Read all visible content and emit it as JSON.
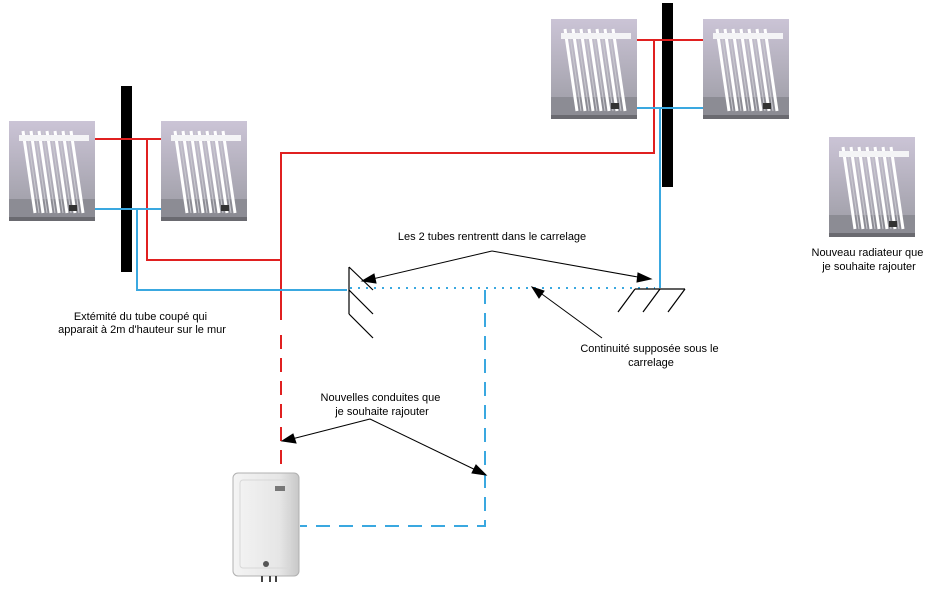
{
  "labels": {
    "cut_tube": [
      "Extémité du tube coupé qui",
      "apparait à 2m d'hauteur sur le mur"
    ],
    "tubes_enter": "Les 2 tubes rentrentt dans le carrelage",
    "continuity": [
      "Continuité supposée sous le",
      "carrelage"
    ],
    "new_pipes": [
      "Nouvelles conduites que",
      "je souhaite rajouter"
    ],
    "new_radiator": [
      "Nouveau radiateur que",
      "je souhaite rajouter"
    ]
  },
  "colors": {
    "hot_pipe": "#e02020",
    "cold_pipe": "#3aa8e0",
    "wall": "#000000",
    "photo_wall": "#b9b2c4",
    "radiator": "#eef0f4"
  },
  "icons": [
    "radiator-photo",
    "water-heater",
    "wall-bar",
    "floor-hatch",
    "annotation-arrow"
  ]
}
